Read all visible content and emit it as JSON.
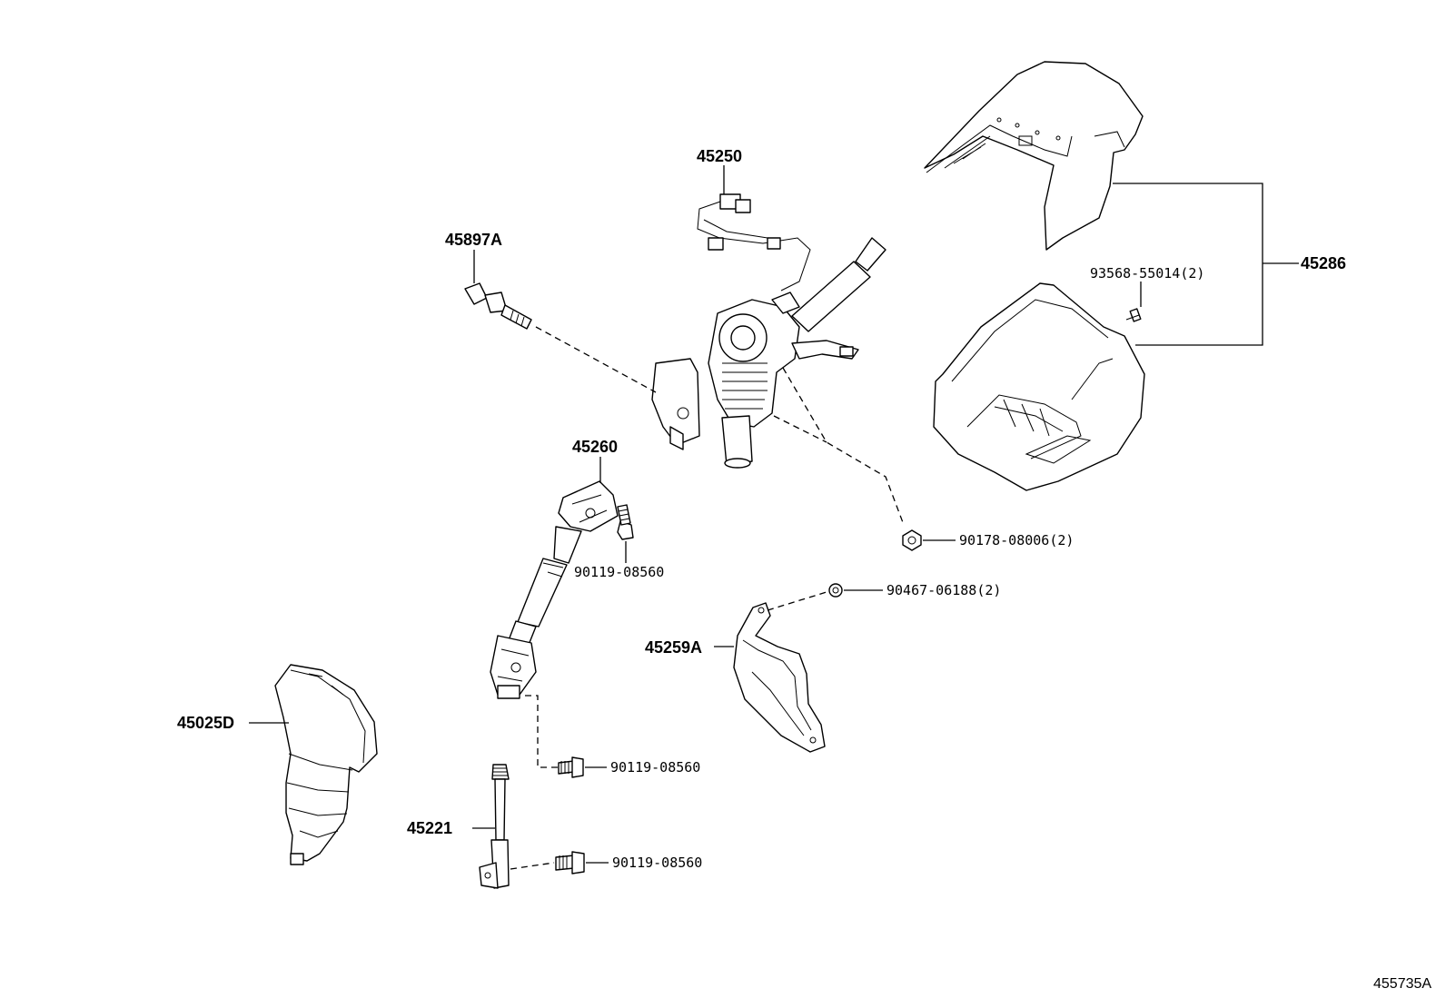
{
  "diagram": {
    "parts": {
      "p45250": "45250",
      "p45897A": "45897A",
      "p45286": "45286",
      "p93568": "93568-55014(2)",
      "p45260": "45260",
      "p90119_a": "90119-08560",
      "p90178": "90178-08006(2)",
      "p90467": "90467-06188(2)",
      "p45259A": "45259A",
      "p45025D": "45025D",
      "p90119_b": "90119-08560",
      "p45221": "45221",
      "p90119_c": "90119-08560"
    },
    "reference_code": "455735A"
  }
}
